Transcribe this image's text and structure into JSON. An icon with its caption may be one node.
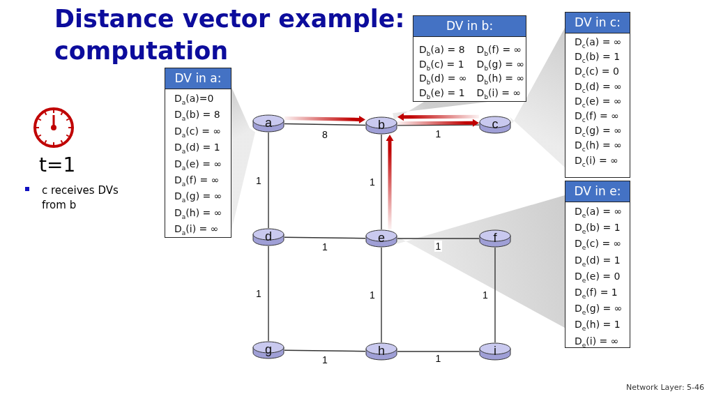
{
  "diagram": {
    "title": "Distance vector example: computation",
    "nodes": [
      {
        "text": [
          "DV in a:",
          "D$_{a}$(a)=0",
          "D$_{a}$(b) = 8",
          "D$_{a}$(c) = ∞",
          "D$_{a}$(d) = 1",
          "D$_{a}$(e) = ∞",
          "D$_{a}$(f) = ∞",
          "D$_{a}$(g) = ∞",
          "D$_{a}$(h) = ∞",
          "D$_{a}$(i) = ∞"
        ]
      },
      {
        "text": [
          "DV in b:",
          "D$_{b}$(a) = 8",
          "D$_{b}$(c) = 1",
          "D$_{b}$(d) = ∞",
          "D$_{b}$(e) = 1",
          "D$_{b}$(f) = ∞",
          "D$_{b}$(g) = ∞",
          "D$_{b}$(h) = ∞",
          "D$_{b}$(i) = ∞"
        ]
      },
      {
        "text": [
          "DV in c:",
          "D$_{c}$(a) = ∞",
          "D$_{c}$(b) = 1",
          "D$_{c}$(c) = 0",
          "D$_{c}$(d) = ∞",
          "D$_{c}$(e) = ∞",
          "D$_{c}$(f) = ∞",
          "D$_{c}$(g) = ∞",
          "D$_{c}$(h) = ∞",
          "D$_{c}$(i) = ∞"
        ]
      },
      {
        "text": [
          "DV in e:",
          "D$_{e}$(a) = ∞",
          "D$_{e}$(b) = 1",
          "D$_{e}$(c) = ∞",
          "D$_{e}$(d) = 1",
          "D$_{e}$(e) = 0",
          "D$_{e}$(f) = 1",
          "D$_{e}$(g) = ∞",
          "D$_{e}$(h) = 1",
          "D$_{e}$(i) = ∞"
        ]
      },
      {
        "text": [
          "a"
        ]
      },
      {
        "text": [
          "b"
        ]
      },
      {
        "text": [
          "c"
        ]
      },
      {
        "text": [
          "d"
        ]
      },
      {
        "text": [
          "e"
        ]
      },
      {
        "text": [
          "f"
        ]
      },
      {
        "text": [
          "g"
        ]
      },
      {
        "text": [
          "h"
        ]
      },
      {
        "text": [
          "i"
        ]
      }
    ],
    "edges": [
      {
        "from": 4,
        "to": 5,
        "arrow": "none",
        "label": "8"
      },
      {
        "from": 5,
        "to": 6,
        "arrow": "none",
        "label": "1"
      },
      {
        "from": 4,
        "to": 7,
        "arrow": "none",
        "label": "1"
      },
      {
        "from": 5,
        "to": 8,
        "arrow": "none",
        "label": "1"
      },
      {
        "from": 7,
        "to": 8,
        "arrow": "none",
        "label": "1"
      },
      {
        "from": 8,
        "to": 9,
        "arrow": "none",
        "label": "1"
      },
      {
        "from": 7,
        "to": 10,
        "arrow": "none",
        "label": "1"
      },
      {
        "from": 8,
        "to": 11,
        "arrow": "none",
        "label": "1"
      },
      {
        "from": 9,
        "to": 12,
        "arrow": "none",
        "label": "1"
      },
      {
        "from": 10,
        "to": 11,
        "arrow": "none",
        "label": "1"
      },
      {
        "from": 11,
        "to": 12,
        "arrow": "none",
        "label": "1"
      },
      {
        "from": 0,
        "to": 4,
        "arrow": "none",
        "color": "#c8c8c8"
      },
      {
        "from": 1,
        "to": 5,
        "arrow": "none",
        "color": "#c8c8c8"
      },
      {
        "from": 2,
        "to": 6,
        "arrow": "none",
        "color": "#c8c8c8"
      },
      {
        "from": 3,
        "to": 8,
        "arrow": "none",
        "color": "#c8c8c8"
      },
      {
        "from": 4,
        "to": 5,
        "arrow": "to",
        "style": "thick",
        "color": "#c00000"
      },
      {
        "from": 5,
        "to": 6,
        "arrow": "to",
        "style": "thick",
        "color": "#c00000"
      },
      {
        "from": 6,
        "to": 5,
        "arrow": "to",
        "style": "thick",
        "color": "#c00000"
      },
      {
        "from": 8,
        "to": 5,
        "arrow": "to",
        "style": "thick",
        "color": "#c00000"
      }
    ],
    "labels": [
      "t=1",
      "c receives DVs from b",
      "Network Layer: 5-46"
    ]
  }
}
